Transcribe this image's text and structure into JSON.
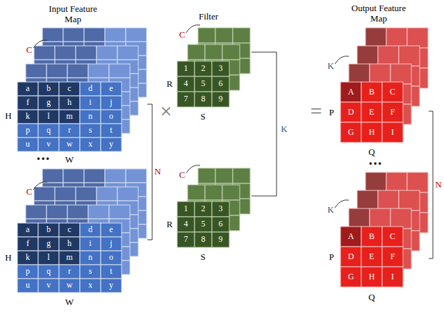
{
  "diagram": {
    "labels": [
      "Input Feature Map",
      "Filter",
      "Output Feature Map",
      "C",
      "H",
      "a",
      "b",
      "c",
      "d",
      "e",
      "f",
      "g",
      "h",
      "i",
      "j",
      "k",
      "l",
      "m",
      "n",
      "o",
      "p",
      "q",
      "r",
      "s",
      "t",
      "u",
      "v",
      "w",
      "x",
      "y",
      "W",
      "···",
      "C",
      "H",
      "a",
      "b",
      "c",
      "d",
      "e",
      "f",
      "g",
      "h",
      "i",
      "j",
      "k",
      "l",
      "m",
      "n",
      "o",
      "p",
      "q",
      "r",
      "s",
      "t",
      "u",
      "v",
      "w",
      "x",
      "y",
      "W",
      "N",
      "×",
      "C",
      "R",
      "1",
      "2",
      "3",
      "4",
      "5",
      "6",
      "7",
      "8",
      "9",
      "S",
      "K",
      "C",
      "R",
      "1",
      "2",
      "3",
      "4",
      "5",
      "6",
      "7",
      "8",
      "9",
      "S",
      "=",
      "K",
      "P",
      "A",
      "B",
      "C",
      "D",
      "E",
      "F",
      "G",
      "H",
      "I",
      "Q",
      "···",
      "N",
      "K",
      "P",
      "A",
      "B",
      "C",
      "D",
      "E",
      "F",
      "G",
      "H",
      "I",
      "Q"
    ]
  }
}
